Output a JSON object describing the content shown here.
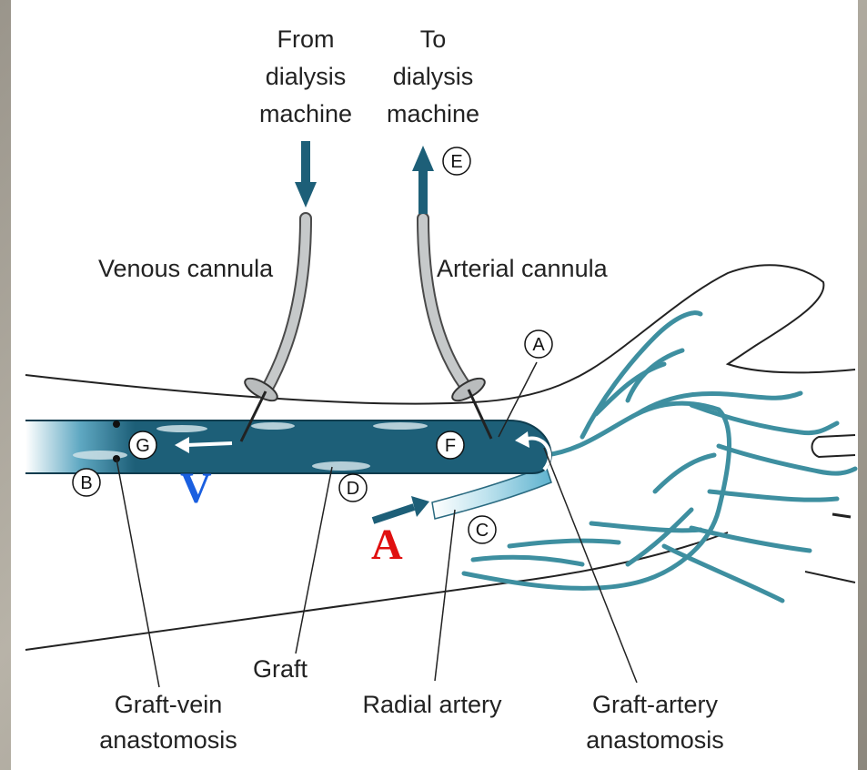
{
  "labels": {
    "from_line1": "From",
    "from_line2": "dialysis",
    "from_line3": "machine",
    "to_line1": "To",
    "to_line2": "dialysis",
    "to_line3": "machine",
    "venous_cannula": "Venous cannula",
    "arterial_cannula": "Arterial cannula",
    "graft": "Graft",
    "graft_vein_line1": "Graft-vein",
    "graft_vein_line2": "anastomosis",
    "radial_artery": "Radial artery",
    "graft_artery_line1": "Graft-artery",
    "graft_artery_line2": "anastomosis"
  },
  "markers": {
    "a": "A",
    "b": "B",
    "c": "C",
    "d": "D",
    "e": "E",
    "f": "F",
    "g": "G"
  },
  "overlay": {
    "v_text": "V",
    "a_text": "A",
    "v_color": "#1a5fe0",
    "a_color": "#e01010"
  },
  "colors": {
    "vessel": "#1d5f78",
    "vein_network": "#3e8fa0",
    "cannula": "#b9bcbd"
  }
}
